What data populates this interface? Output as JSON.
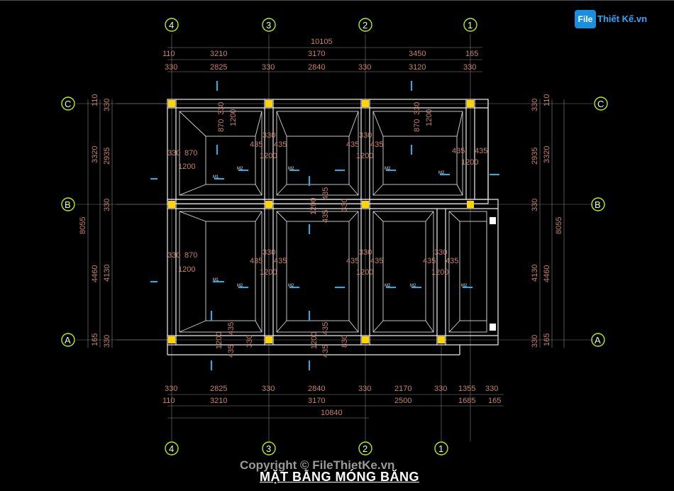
{
  "drawing": {
    "title": "MẶT BẰNG MÓNG BĂNG",
    "copyright": "Copyright © FileThietKe.vn",
    "logo": {
      "mark": "File",
      "text": "Thiết Kế.vn",
      "icon": "file-logo-icon"
    }
  },
  "axes_x": [
    "4",
    "3",
    "2",
    "1"
  ],
  "axes_y": [
    "C",
    "B",
    "A"
  ],
  "dims_top": {
    "overall": "10105",
    "row1": [
      "110",
      "3210",
      "3170",
      "3450",
      "165"
    ],
    "row2": [
      "330",
      "2825",
      "330",
      "2840",
      "330",
      "3120",
      "330"
    ]
  },
  "dims_bottom": {
    "row1": [
      "330",
      "2825",
      "330",
      "2840",
      "330",
      "2170",
      "330",
      "1355",
      "330"
    ],
    "row2": [
      "110",
      "3210",
      "3170",
      "2500",
      "1685",
      "165"
    ],
    "overall": "10840"
  },
  "dims_left": {
    "overall": "8055",
    "outer": [
      "110",
      "3320",
      "4460",
      "165"
    ],
    "inner": [
      "330",
      "2935",
      "330",
      "4130",
      "330"
    ]
  },
  "dims_right": {
    "overall": "8055",
    "outer": [
      "110",
      "3320",
      "4460",
      "165"
    ],
    "inner": [
      "330",
      "2935",
      "330",
      "4130",
      "330"
    ]
  },
  "inner_dims": {
    "d330": "330",
    "d870": "870",
    "d1200": "1200",
    "d435": "435",
    "d830": "830"
  },
  "markers": {
    "m1": "M1",
    "m2": "M2"
  },
  "colors": {
    "bubble": "#b6f000",
    "dimension": "#c8826a",
    "column": "#ffd400",
    "marker": "#22b0e8"
  }
}
